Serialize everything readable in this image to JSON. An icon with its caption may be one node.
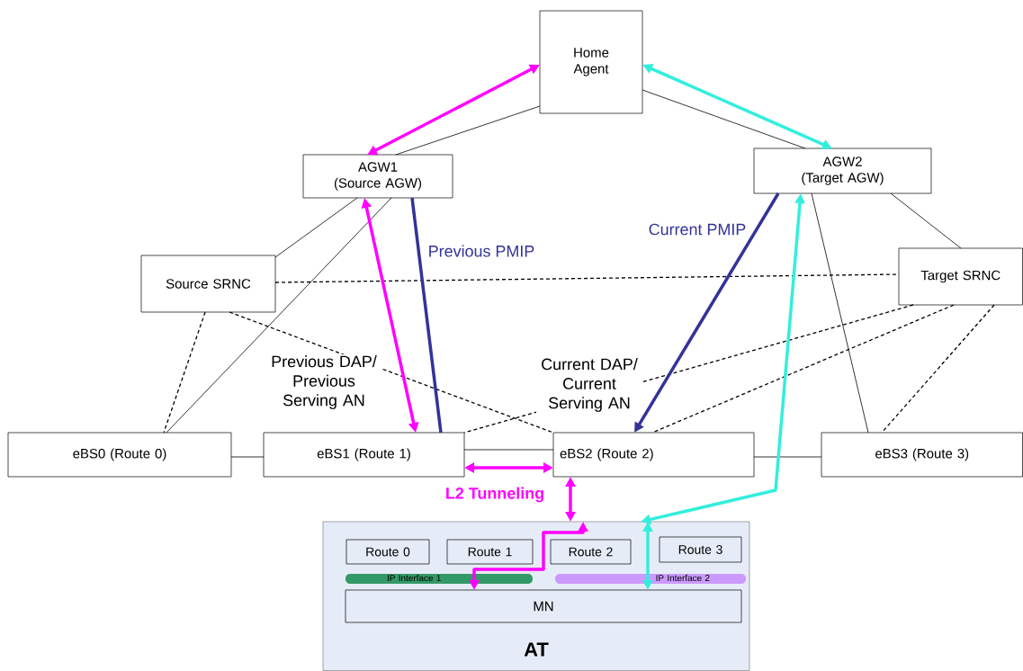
{
  "diagram": {
    "nodes": [
      {
        "text": [
          "Home Agent"
        ]
      },
      {
        "text": [
          "AGW1 (Source AGW)"
        ]
      },
      {
        "text": [
          "AGW2 (Target AGW)"
        ]
      },
      {
        "text": [
          "Source SRNC"
        ]
      },
      {
        "text": [
          "Target SRNC"
        ]
      },
      {
        "text": [
          "eBS0 (Route 0)"
        ]
      },
      {
        "text": [
          "eBS1 (Route 1)"
        ]
      },
      {
        "text": [
          "eBS2 (Route 2)"
        ]
      },
      {
        "text": [
          "eBS3 (Route 3)"
        ]
      },
      {
        "text": [
          "AT"
        ]
      },
      {
        "text": [
          "Route 0"
        ],
        "in": 9
      },
      {
        "text": [
          "Route 1"
        ],
        "in": 9
      },
      {
        "text": [
          "Route 2"
        ],
        "in": 9
      },
      {
        "text": [
          "Route 3"
        ],
        "in": 9
      },
      {
        "text": [
          "IP Interface 1"
        ],
        "in": 9
      },
      {
        "text": [
          "IP Interface 2"
        ],
        "in": 9
      },
      {
        "text": [
          "MN"
        ],
        "in": 9
      }
    ],
    "edges": [
      {
        "from": 0,
        "to": 1,
        "arrow": "none"
      },
      {
        "from": 0,
        "to": 1,
        "arrow": "both",
        "style": "thick",
        "color": "#ff00ff"
      },
      {
        "from": 0,
        "to": 2,
        "arrow": "none"
      },
      {
        "from": 0,
        "to": 2,
        "arrow": "both",
        "style": "thick",
        "color": "#33eedd"
      },
      {
        "from": 1,
        "to": 3,
        "arrow": "none"
      },
      {
        "from": 1,
        "to": 5,
        "arrow": "none"
      },
      {
        "from": 2,
        "to": 4,
        "arrow": "none"
      },
      {
        "from": 2,
        "to": 8,
        "arrow": "none"
      },
      {
        "from": 5,
        "to": 6,
        "arrow": "none"
      },
      {
        "from": 6,
        "to": 7,
        "arrow": "none"
      },
      {
        "from": 7,
        "to": 8,
        "arrow": "none"
      },
      {
        "from": 3,
        "to": 4,
        "arrow": "none",
        "style": "dashed"
      },
      {
        "from": 3,
        "to": 5,
        "arrow": "none",
        "style": "dashed"
      },
      {
        "from": 3,
        "to": 7,
        "arrow": "none",
        "style": "dashed"
      },
      {
        "from": 4,
        "to": 6,
        "arrow": "none",
        "style": "dashed"
      },
      {
        "from": 4,
        "to": 7,
        "arrow": "none",
        "style": "dashed"
      },
      {
        "from": 4,
        "to": 8,
        "arrow": "none",
        "style": "dashed"
      },
      {
        "from": 1,
        "to": 6,
        "arrow": "none",
        "label": "Previous PMIP",
        "style": "thick",
        "color": "#333399"
      },
      {
        "from": 2,
        "to": 7,
        "arrow": "to",
        "label": "Current PMIP",
        "style": "thick",
        "color": "#333399"
      },
      {
        "from": 1,
        "to": 6,
        "arrow": "both",
        "style": "thick",
        "color": "#ff00ff"
      },
      {
        "from": 6,
        "to": 7,
        "arrow": "both",
        "style": "thick",
        "color": "#ff00ff"
      },
      {
        "from": 7,
        "to": 9,
        "arrow": "both",
        "label": "L2 Tunneling",
        "style": "thick",
        "color": "#ff00ff"
      },
      {
        "from": 2,
        "to": 9,
        "arrow": "both",
        "style": "thick",
        "color": "#33eedd"
      },
      {
        "from": 9,
        "to": 16,
        "arrow": "both",
        "style": "thick",
        "color": "#33eedd"
      },
      {
        "from": 9,
        "to": 16,
        "arrow": "both",
        "style": "thick",
        "color": "#ff00ff"
      }
    ],
    "labels": [
      "Previous DAP/ Previous Serving AN",
      "Current DAP/ Current Serving AN"
    ]
  }
}
